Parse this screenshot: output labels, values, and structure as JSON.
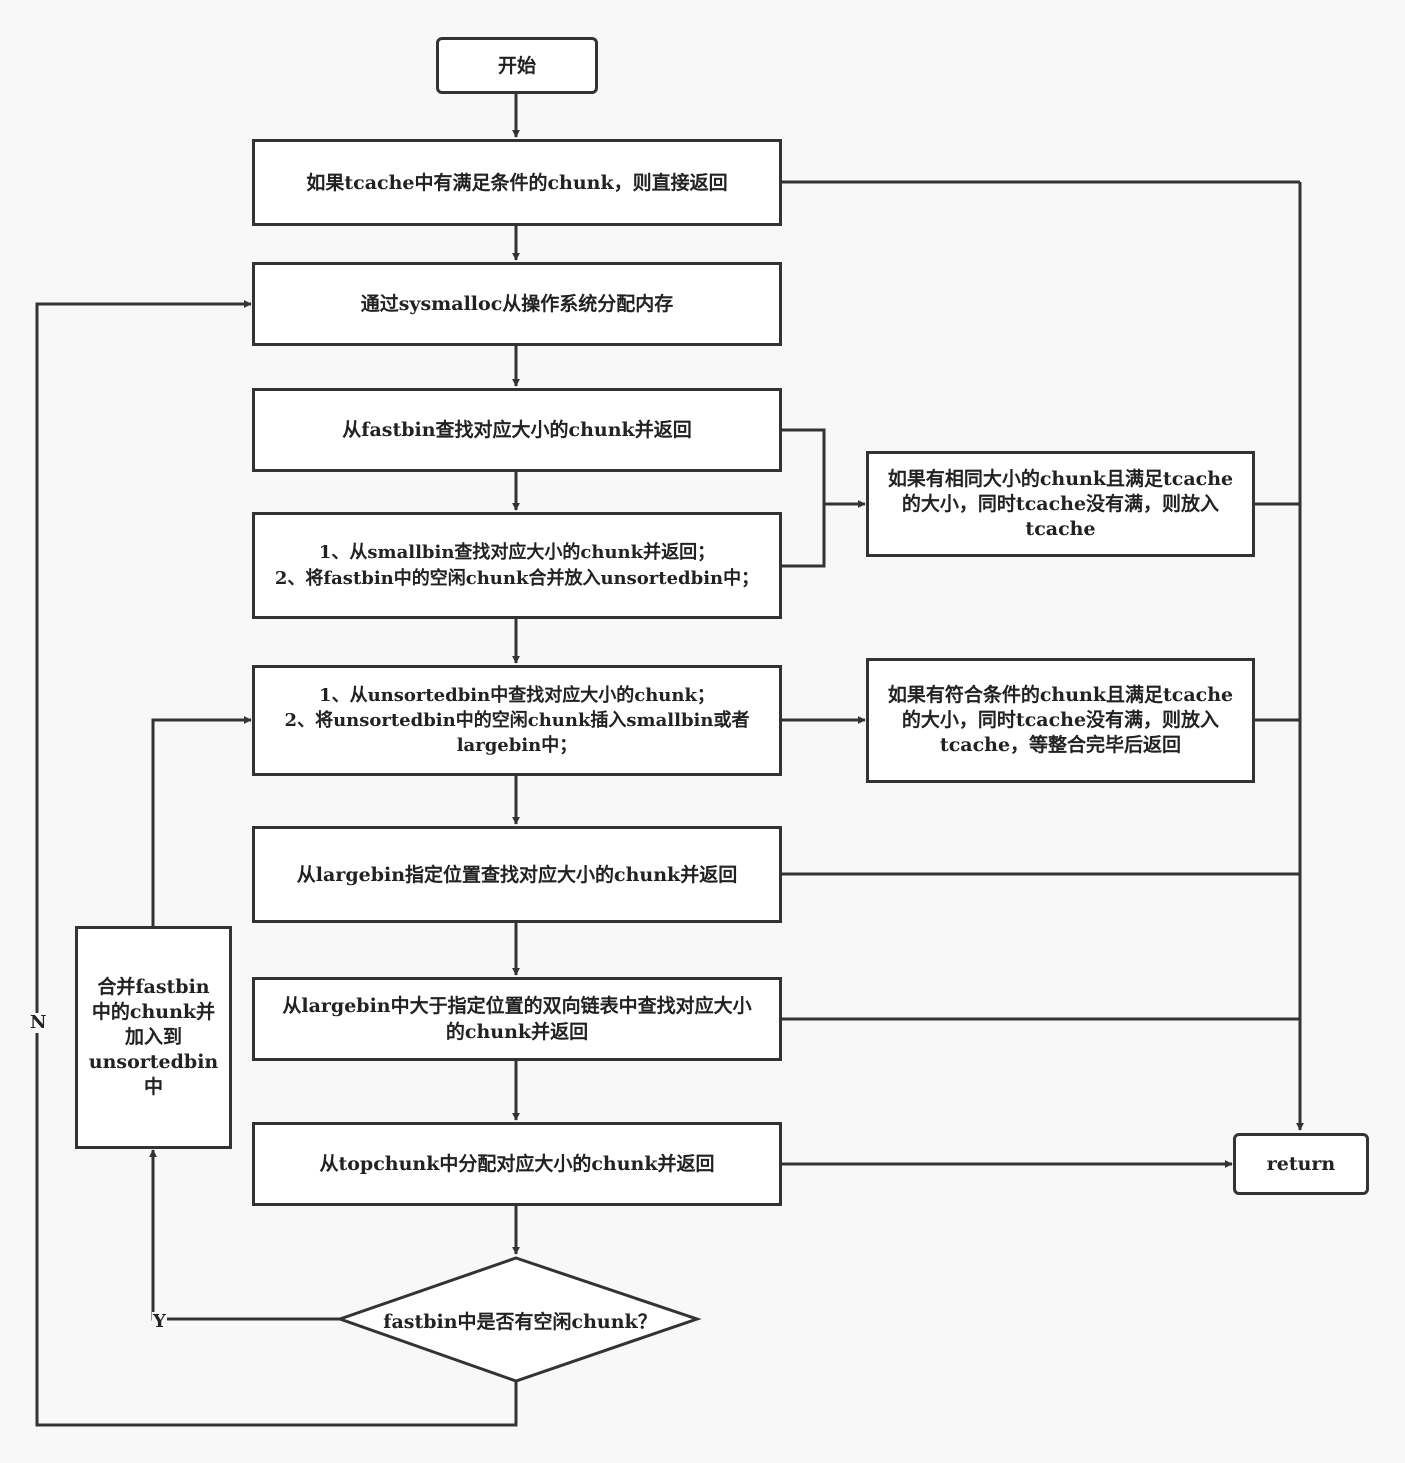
{
  "nodes": {
    "start": "开始",
    "tcache_check": "如果tcache中有满足条件的chunk，则直接返回",
    "sysmalloc": "通过sysmalloc从操作系统分配内存",
    "fastbin_lookup": "从fastbin查找对应大小的chunk并返回",
    "smallbin_lookup": "1、从smallbin查找对应大小的chunk并返回；\n2、将fastbin中的空闲chunk合并放入unsortedbin中；",
    "tcache_fill_1": "如果有相同大小的chunk且满足tcache\n的大小，同时tcache没有满，则放入\ntcache",
    "unsortedbin_lookup": "1、从unsortedbin中查找对应大小的chunk；\n2、将unsortedbin中的空闲chunk插入smallbin或者\nlargebin中；",
    "tcache_fill_2": "如果有符合条件的chunk且满足tcache\n的大小，同时tcache没有满，则放入\ntcache，等整合完毕后返回",
    "largebin_exact": "从largebin指定位置查找对应大小的chunk并返回",
    "largebin_larger": "从largebin中大于指定位置的双向链表中查找对应大小\n的chunk并返回",
    "topchunk": "从topchunk中分配对应大小的chunk并返回",
    "consolidate": "合并fastbin\n中的chunk并\n加入到\nunsortedbin\n中",
    "decision": "fastbin中是否有空闲chunk？",
    "return": "return"
  },
  "edge_labels": {
    "yes": "Y",
    "no": "N"
  }
}
